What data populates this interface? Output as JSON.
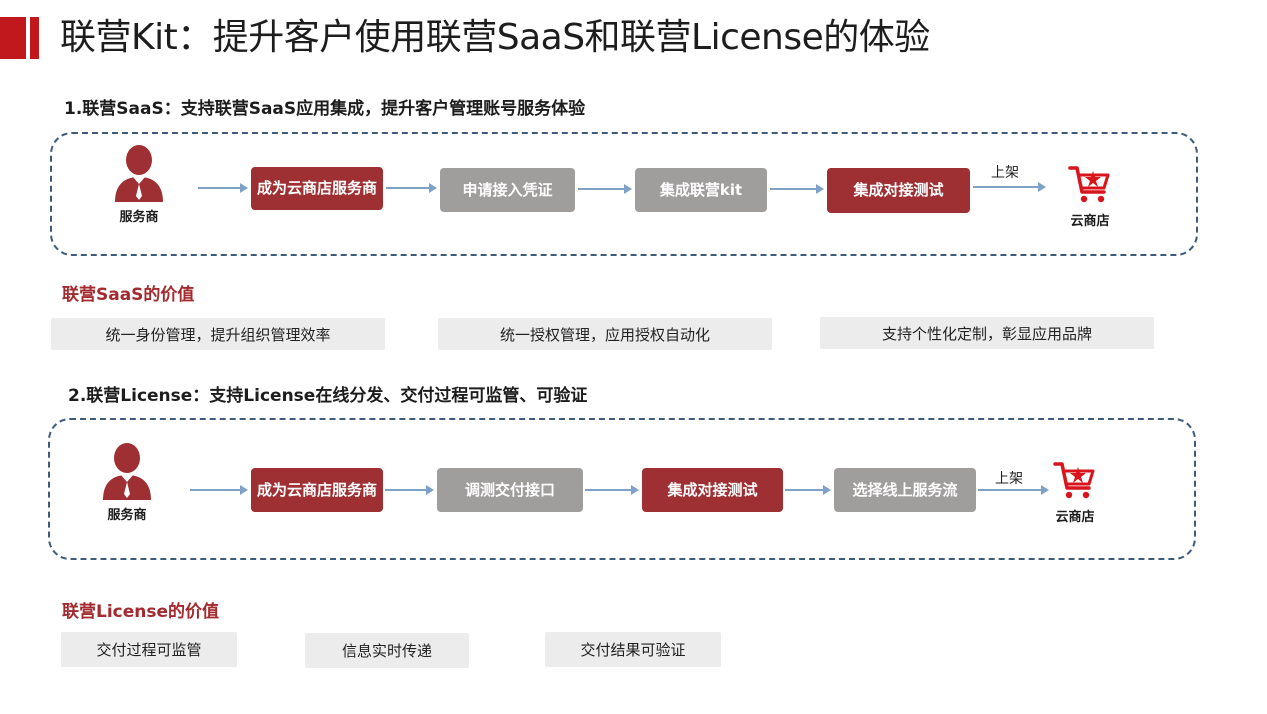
{
  "page": {
    "title": "联营Kit：提升客户使用联营SaaS和联营License的体验"
  },
  "colors": {
    "accent_red": "#9e3033",
    "step_gray": "#a09d9d",
    "dash_border": "#3d5c7d",
    "arrow_blue": "#7ea1c8",
    "value_bg": "#ececec"
  },
  "saas": {
    "heading": "1.联营SaaS：支持联营SaaS应用集成，提升客户管理账号服务体验",
    "actor_label": "服务商",
    "actor_icon": "person-icon",
    "steps": [
      {
        "label": "成为云商店服务商",
        "style": "red"
      },
      {
        "label": "申请接入凭证",
        "style": "gray"
      },
      {
        "label": "集成联营kit",
        "style": "gray"
      },
      {
        "label": "集成对接测试",
        "style": "red"
      }
    ],
    "final_arrow_label": "上架",
    "store_label": "云商店",
    "store_icon": "shopping-cart-icon",
    "value_heading": "联营SaaS的价值",
    "values": [
      "统一身份管理，提升组织管理效率",
      "统一授权管理，应用授权自动化",
      "支持个性化定制，彰显应用品牌"
    ]
  },
  "license": {
    "heading": "2.联营License：支持License在线分发、交付过程可监管、可验证",
    "actor_label": "服务商",
    "actor_icon": "person-icon",
    "steps": [
      {
        "label": "成为云商店服务商",
        "style": "red"
      },
      {
        "label": "调测交付接口",
        "style": "gray"
      },
      {
        "label": "集成对接测试",
        "style": "red"
      },
      {
        "label": "选择线上服务流",
        "style": "gray"
      }
    ],
    "final_arrow_label": "上架",
    "store_label": "云商店",
    "store_icon": "shopping-cart-icon",
    "value_heading": "联营License的价值",
    "values": [
      "交付过程可监管",
      "信息实时传递",
      "交付结果可验证"
    ]
  }
}
